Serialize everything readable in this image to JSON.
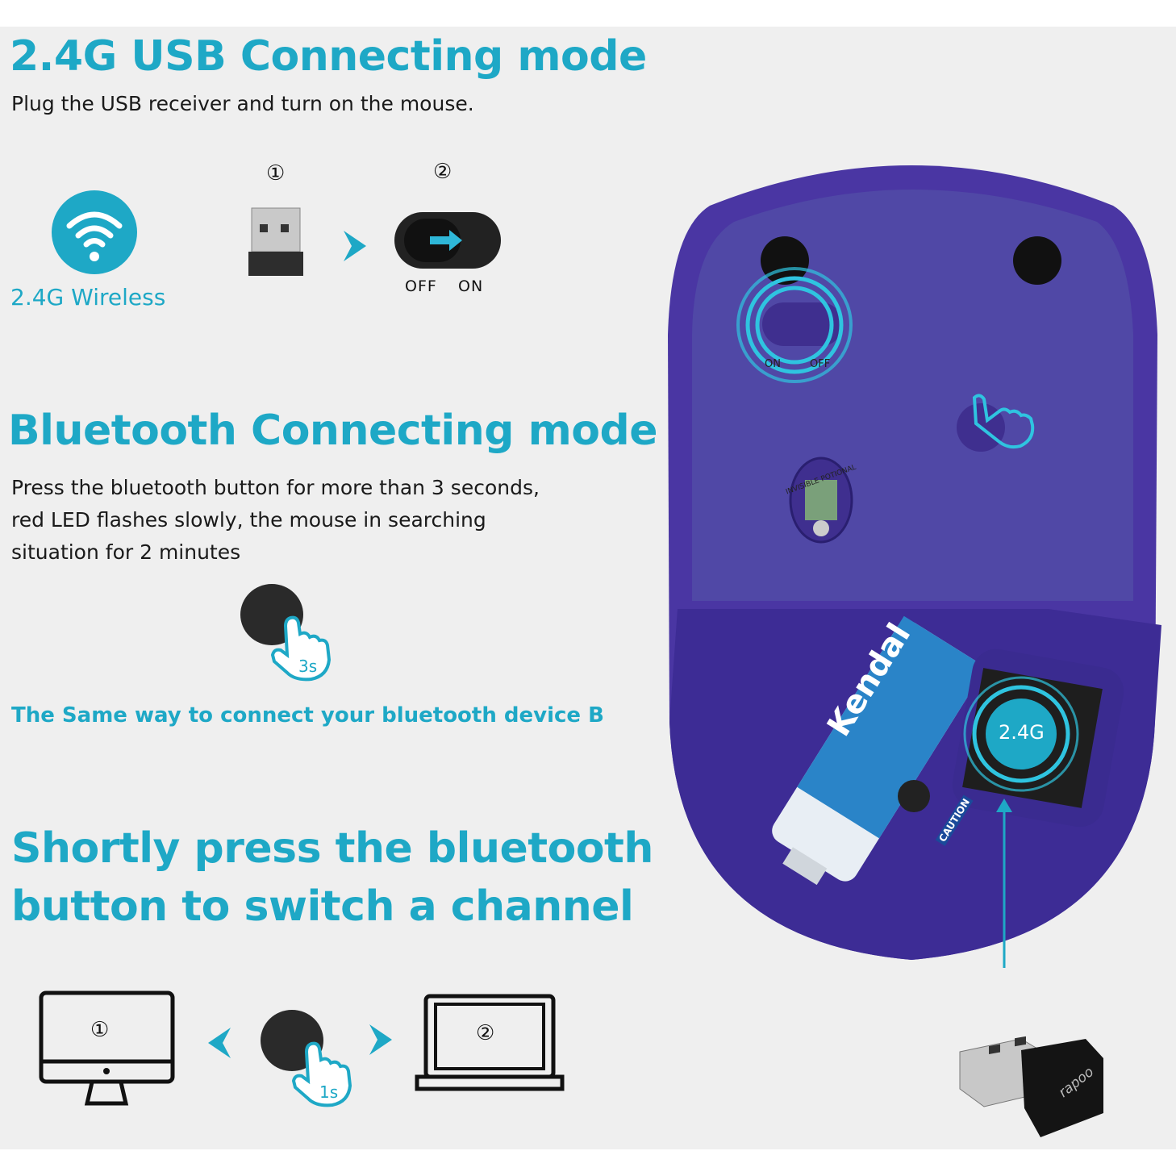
{
  "colors": {
    "accent": "#1ea8c6",
    "mouse_body": "#4a36a3",
    "mouse_inner": "#5048a6",
    "background": "#efefef"
  },
  "usb_section": {
    "title": "2.4G USB Connecting mode",
    "subtitle": "Plug the USB receiver and turn on the mouse.",
    "wireless_label": "2.4G Wireless",
    "wireless_icon": "wifi-icon",
    "step1": "①",
    "step2": "②",
    "switch_off": "OFF",
    "switch_on": "ON"
  },
  "bluetooth_section": {
    "title": "Bluetooth Connecting mode",
    "lines": [
      "Press the bluetooth button for more than 3 seconds,",
      "red LED flashes slowly, the mouse in searching",
      "situation for 2 minutes"
    ],
    "press_duration": "3s",
    "note": "The Same way to connect your bluetooth device B"
  },
  "channel_section": {
    "title_line1": "Shortly press the bluetooth",
    "title_line2": "button to switch a channel",
    "device1": "①",
    "device2": "②",
    "press_duration": "1s"
  },
  "mouse": {
    "switch_on": "ON",
    "switch_off": "OFF",
    "sensor_label": "INVISIBLE POTIONAL",
    "receiver_badge": "2.4G",
    "battery_brand": "Kendal",
    "battery_caution": "CAUTION",
    "receiver_brand": "rapoo"
  }
}
